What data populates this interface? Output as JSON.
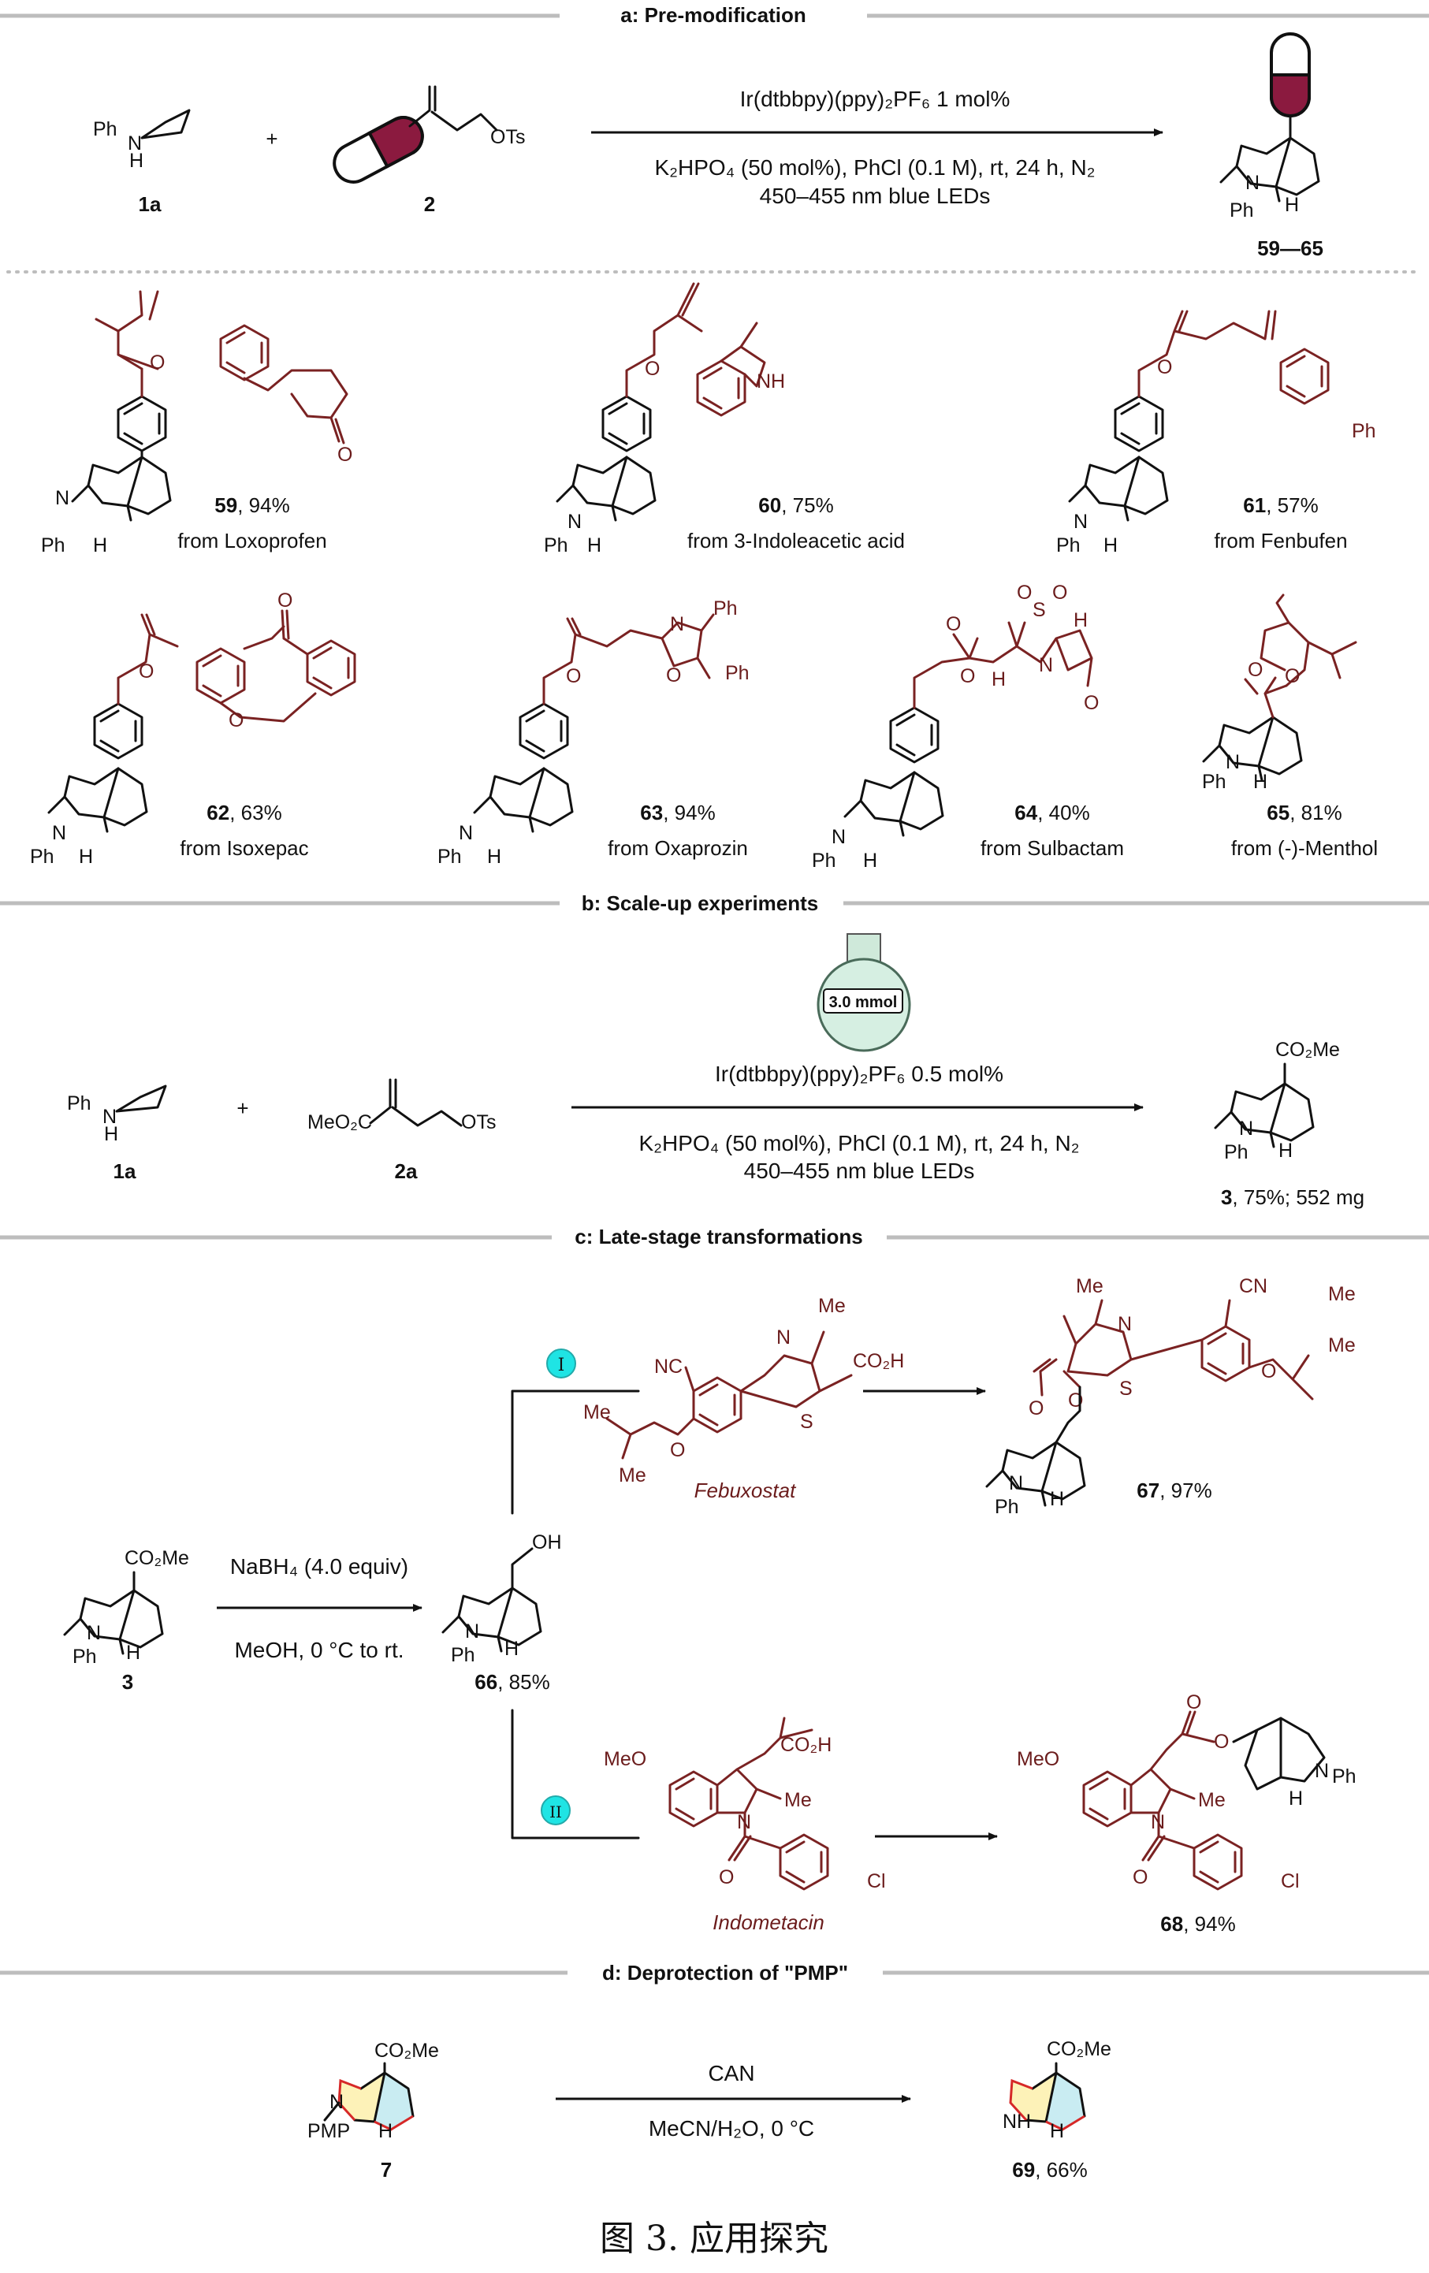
{
  "sections": {
    "a": "a: Pre-modification",
    "b": "b: Scale-up experiments",
    "c": "c: Late-stage transformations",
    "d": "d: Deprotection of \"PMP\""
  },
  "atoms": {
    "ph": "Ph",
    "n": "N",
    "h": "H",
    "nh": "NH",
    "o": "O",
    "s": "S",
    "otf": "OTs",
    "meo2c": "MeO₂C",
    "co2me": "CO₂Me",
    "co2h": "CO₂H",
    "oh": "OH",
    "me": "Me",
    "meo": "MeO",
    "nc": "NC",
    "cn": "CN",
    "cl": "Cl",
    "pmp": "PMP"
  },
  "scheme_a": {
    "reagent_1": "1a",
    "reagent_2": "2",
    "catalyst": "Ir(dtbbpy)(ppy)₂PF₆  1 mol%",
    "conditions_1": "K₂HPO₄ (50 mol%), PhCl (0.1 M), rt, 24 h, N₂",
    "conditions_2": "450–455 nm blue LEDs",
    "product": "59—65"
  },
  "products": [
    {
      "id": "59",
      "yield": ", 94%",
      "source": "from Loxoprofen"
    },
    {
      "id": "60",
      "yield": ", 75%",
      "source": "from 3-Indoleacetic acid"
    },
    {
      "id": "61",
      "yield": ", 57%",
      "source": "from Fenbufen"
    },
    {
      "id": "62",
      "yield": ", 63%",
      "source": "from Isoxepac"
    },
    {
      "id": "63",
      "yield": ", 94%",
      "source": "from Oxaprozin"
    },
    {
      "id": "64",
      "yield": ", 40%",
      "source": "from Sulbactam"
    },
    {
      "id": "65",
      "yield": ", 81%",
      "source": "from (-)-Menthol"
    }
  ],
  "scheme_b": {
    "flask_label": "3.0 mmol",
    "reagent_1": "1a",
    "reagent_2": "2a",
    "catalyst": "Ir(dtbbpy)(ppy)₂PF₆  0.5 mol%",
    "conditions_1": "K₂HPO₄ (50 mol%), PhCl (0.1 M), rt, 24 h, N₂",
    "conditions_2": "450–455 nm blue LEDs",
    "product_id": "3",
    "product_yield": ", 75%; 552 mg"
  },
  "scheme_c": {
    "start": "3",
    "reagent": "NaBH₄ (4.0 equiv)",
    "conditions": "MeOH, 0 °C to rt.",
    "intermediate_id": "66",
    "intermediate_yield": ", 85%",
    "route_1": "I",
    "route_2": "II",
    "drug_1": "Febuxostat",
    "drug_2": "Indometacin",
    "product_1_id": "67",
    "product_1_yield": ", 97%",
    "product_2_id": "68",
    "product_2_yield": ", 94%"
  },
  "scheme_d": {
    "start": "7",
    "reagent": "CAN",
    "conditions": "MeCN/H₂O, 0 °C",
    "product_id": "69",
    "product_yield": ", 66%"
  },
  "caption": "图 3. 应用探究"
}
